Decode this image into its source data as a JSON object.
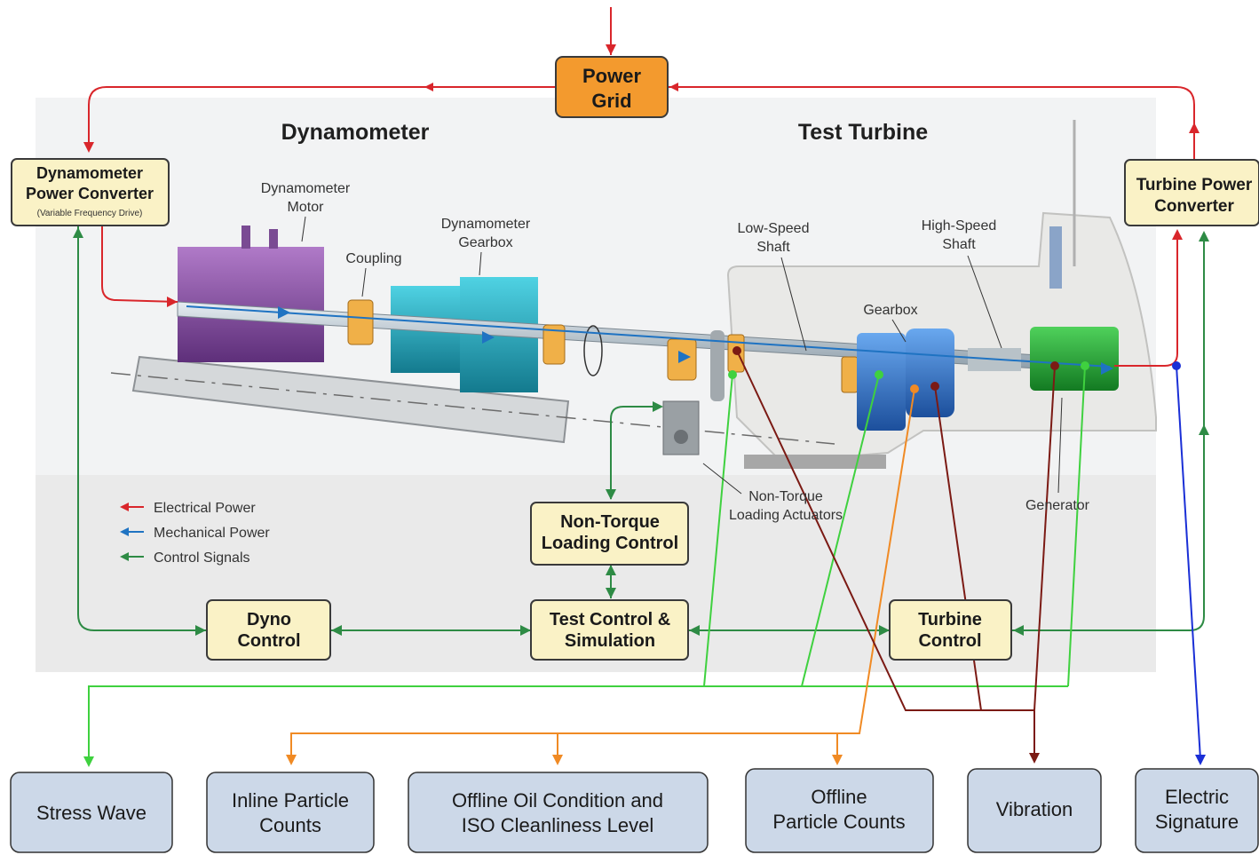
{
  "headings": {
    "dynamometer": "Dynamometer",
    "test_turbine": "Test Turbine"
  },
  "boxes": {
    "power_grid": [
      "Power",
      "Grid"
    ],
    "dyno_converter": [
      "Dynamometer",
      "Power Converter",
      "(Variable Frequency Drive)"
    ],
    "turbine_converter": [
      "Turbine Power",
      "Converter"
    ],
    "non_torque_control": [
      "Non-Torque",
      "Loading Control"
    ],
    "dyno_control": [
      "Dyno",
      "Control"
    ],
    "test_control": [
      "Test Control &",
      "Simulation"
    ],
    "turbine_control": [
      "Turbine",
      "Control"
    ]
  },
  "parts": {
    "dyno_motor": [
      "Dynamometer",
      "Motor"
    ],
    "coupling": "Coupling",
    "dyno_gearbox": [
      "Dynamometer",
      "Gearbox"
    ],
    "low_speed_shaft": [
      "Low-Speed",
      "Shaft"
    ],
    "high_speed_shaft": [
      "High-Speed",
      "Shaft"
    ],
    "gearbox": "Gearbox",
    "non_torque_actuators": [
      "Non-Torque",
      "Loading Actuators"
    ],
    "generator": "Generator"
  },
  "legend": [
    {
      "label": "Electrical Power",
      "color": "#d9262b"
    },
    {
      "label": "Mechanical Power",
      "color": "#1f73c2"
    },
    {
      "label": "Control Signals",
      "color": "#2e8b45"
    }
  ],
  "outputs": {
    "stress_wave": [
      "Stress Wave"
    ],
    "inline_particle": [
      "Inline Particle",
      "Counts"
    ],
    "offline_oil": [
      "Offline Oil Condition and",
      "ISO Cleanliness Level"
    ],
    "offline_particle": [
      "Offline",
      "Particle Counts"
    ],
    "vibration": [
      "Vibration"
    ],
    "electric_signature": [
      "Electric",
      "Signature"
    ]
  },
  "colors": {
    "electrical": "#d9262b",
    "mechanical": "#1f73c2",
    "control": "#2e8b45",
    "stress_wave_line": "#3fd13f",
    "particle_line": "#f08a24",
    "vibration_line": "#7b1a14",
    "electric_signature_line": "#1a2fd6",
    "box_fill": "#faf2c6",
    "grid_fill": "#f39a2e",
    "output_fill": "#ccd8e8"
  }
}
